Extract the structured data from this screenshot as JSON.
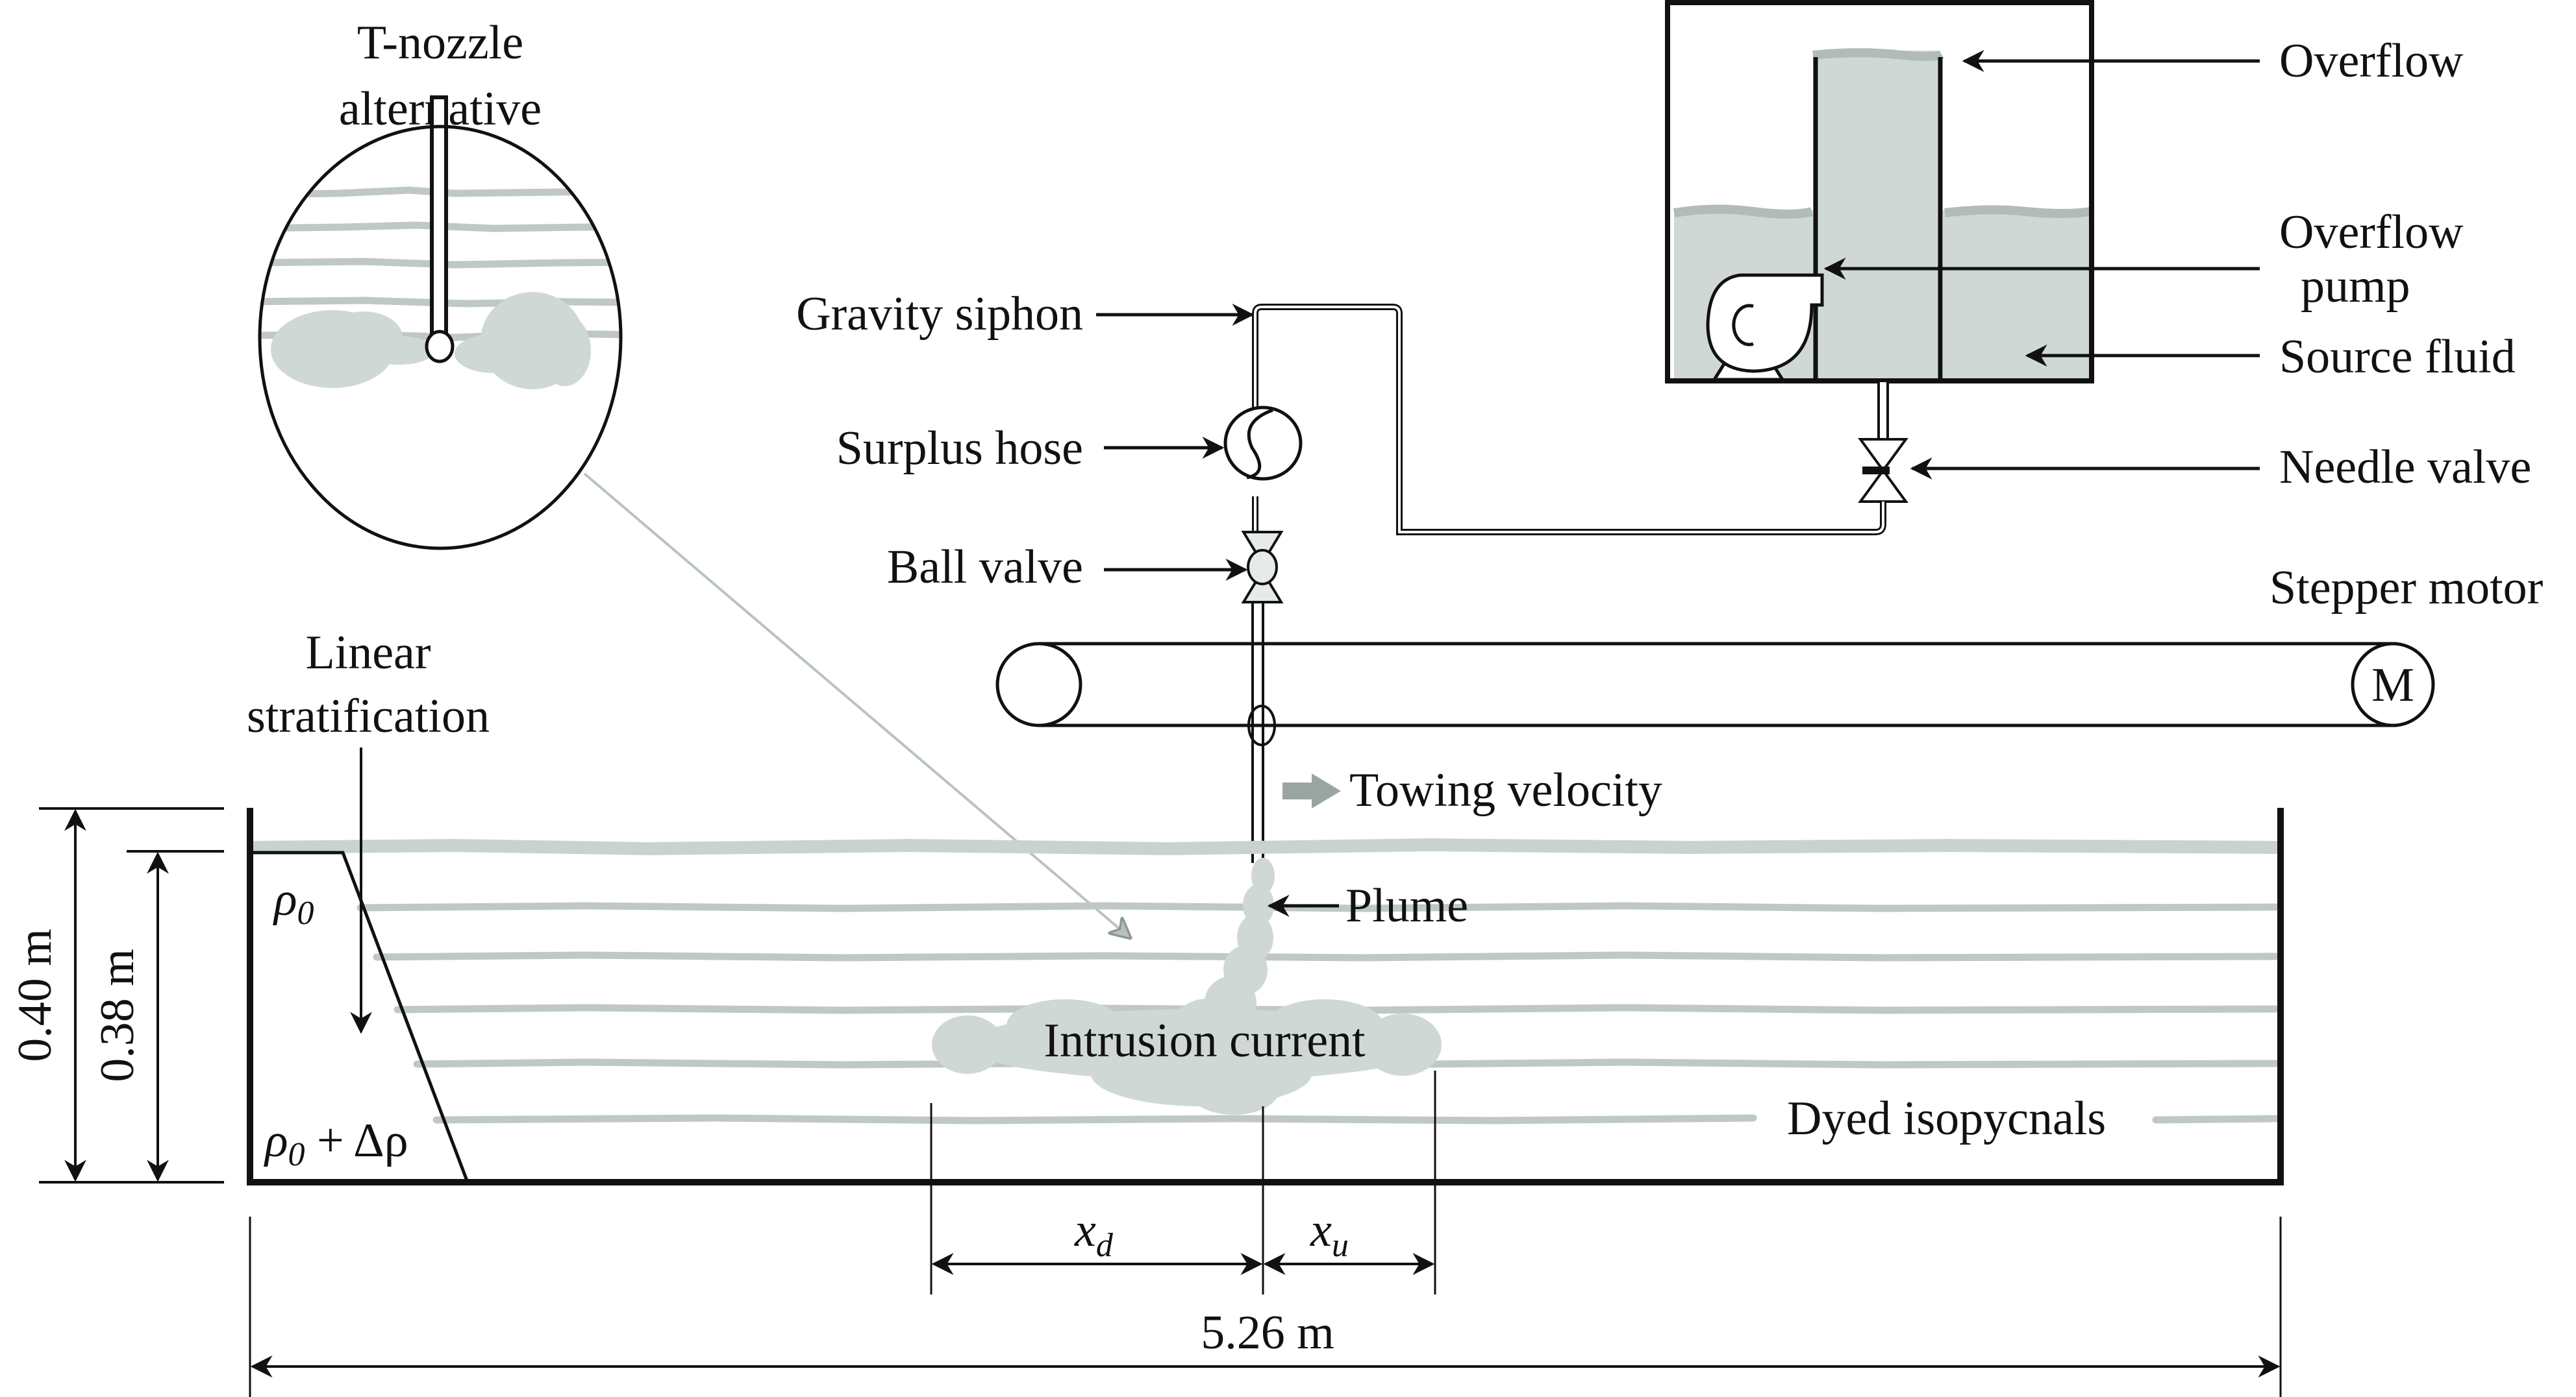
{
  "figure": {
    "inset": {
      "title_line1": "T-nozzle",
      "title_line2": "alternative"
    },
    "labels": {
      "overflow": "Overflow",
      "overflow_pump_line1": "Overflow",
      "overflow_pump_line2": "pump",
      "source_fluid": "Source fluid",
      "needle_valve": "Needle valve",
      "stepper_motor": "Stepper motor",
      "motor_symbol": "M",
      "gravity_siphon": "Gravity siphon",
      "surplus_hose": "Surplus hose",
      "ball_valve": "Ball valve",
      "towing_velocity": "Towing velocity",
      "plume": "Plume",
      "intrusion_current": "Intrusion current",
      "dyed_isopycnals": "Dyed isopycnals",
      "linear_stratification_line1": "Linear",
      "linear_stratification_line2": "stratification",
      "rho0_base": "ρ",
      "rho0_sub": "0",
      "rho_bottom_base": "ρ",
      "rho_bottom_sub": "0",
      "rho_bottom_rest": " + Δρ"
    },
    "dimensions": {
      "tank_height": "0.40 m",
      "fill_depth": "0.38 m",
      "tank_length": "5.26 m",
      "xd_base": "x",
      "xd_sub": "d",
      "xu_base": "x",
      "xu_sub": "u"
    },
    "colors": {
      "fluid": "#d0d8d6",
      "isopycnal": "#bfc8c5",
      "towing_arrow": "#9aa5a2",
      "ink": "#111111"
    }
  }
}
